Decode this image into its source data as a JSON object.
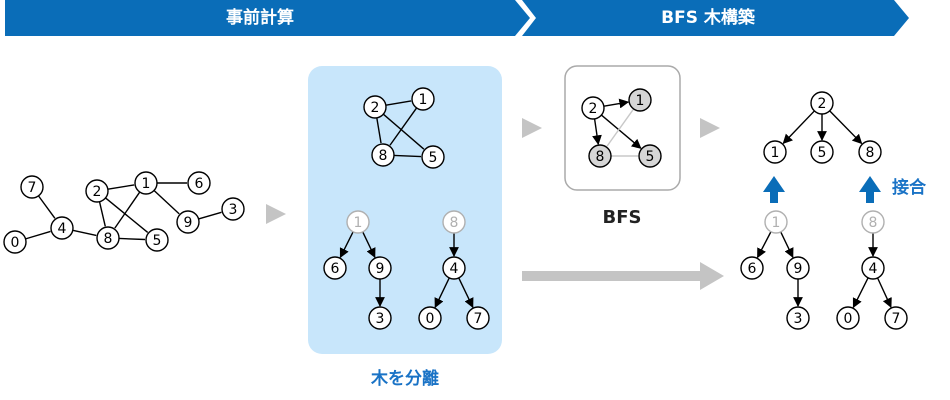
{
  "header": {
    "precompute_label": "事前計算",
    "bfs_tree_label": "BFS 木構築"
  },
  "labels": {
    "separate_trees": "木を分離",
    "bfs": "BFS",
    "join": "接合"
  },
  "colors": {
    "banner_blue": "#0a6db8",
    "label_blue": "#1a73c6",
    "panel_blue": "#c8e6fb",
    "arrow_gray": "#c4c4c4",
    "faded_node": "#b0b0b0",
    "bfs_visited_fill": "#d6d6d6"
  },
  "graphs": {
    "input_graph": {
      "nodes": [
        "0",
        "1",
        "2",
        "3",
        "4",
        "5",
        "6",
        "7",
        "8",
        "9"
      ]
    },
    "core": {
      "nodes": [
        "2",
        "1",
        "8",
        "5"
      ]
    },
    "tree_a": {
      "root": "1",
      "nodes": [
        "1",
        "6",
        "9",
        "3"
      ]
    },
    "tree_b": {
      "root": "8",
      "nodes": [
        "8",
        "4",
        "0",
        "7"
      ]
    },
    "bfs_core": {
      "source": "2",
      "nodes": [
        "2",
        "1",
        "8",
        "5"
      ]
    },
    "result_tree": {
      "root": "2",
      "children": [
        "1",
        "5",
        "8"
      ]
    },
    "result_tree_a": {
      "nodes": [
        "1",
        "6",
        "9",
        "3"
      ]
    },
    "result_tree_b": {
      "nodes": [
        "8",
        "4",
        "0",
        "7"
      ]
    }
  }
}
